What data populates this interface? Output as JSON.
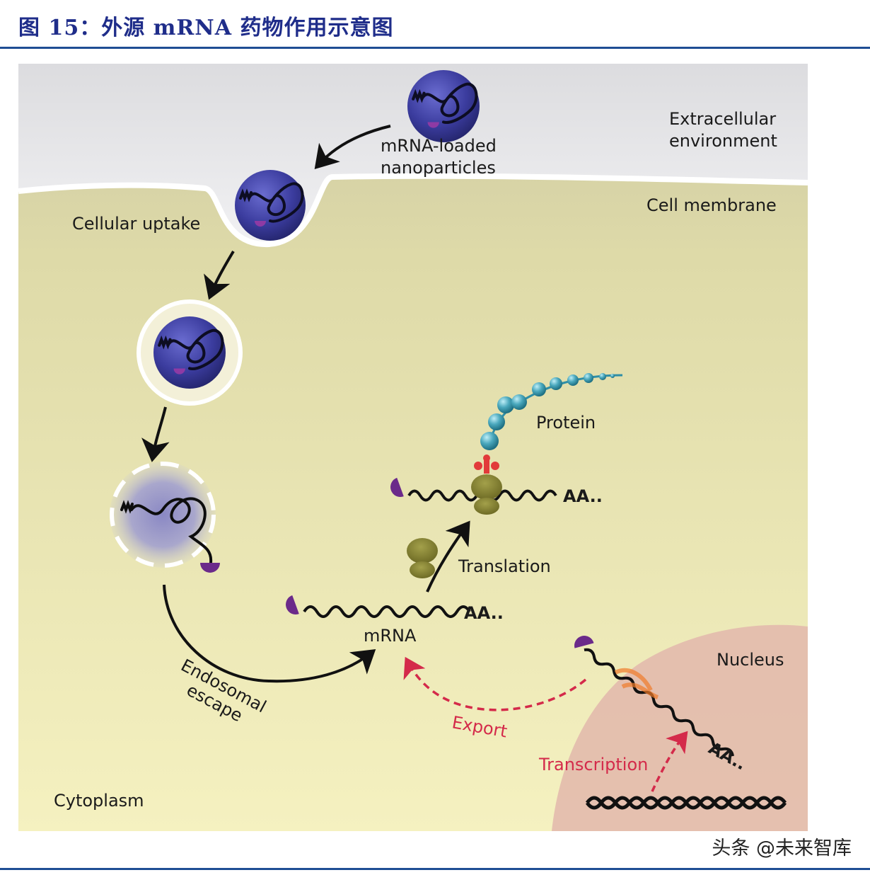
{
  "header": {
    "title": "图 15：外源 mRNA 药物作用示意图"
  },
  "diagram": {
    "labels": {
      "extracellular_line1": "Extracellular",
      "extracellular_line2": "environment",
      "nanoparticles_line1": "mRNA-loaded",
      "nanoparticles_line2": "nanoparticles",
      "cell_membrane": "Cell membrane",
      "cellular_uptake": "Cellular uptake",
      "protein": "Protein",
      "polyA": "AA..",
      "translation": "Translation",
      "mrna": "mRNA",
      "nucleus": "Nucleus",
      "endosomal_line1": "Endosomal",
      "endosomal_line2": "escape",
      "export": "Export",
      "transcription": "Transcription",
      "cytoplasm": "Cytoplasm"
    },
    "colors": {
      "title_blue": "#1f2d8a",
      "rule_blue": "#1f4e94",
      "nanoparticle_purple": "#3b3c9e",
      "cap_purple": "#6b2a8a",
      "ribosome_olive": "#7d7a2c",
      "protein_cyan": "#4aa8bd",
      "trna_red": "#e23a3a",
      "dashed_arrow_red": "#d42a4a",
      "nucleus_pink": "#e2b7ac",
      "cytoplasm_yellow": "#ece7b0"
    }
  },
  "watermark": "头条 @未来智库"
}
